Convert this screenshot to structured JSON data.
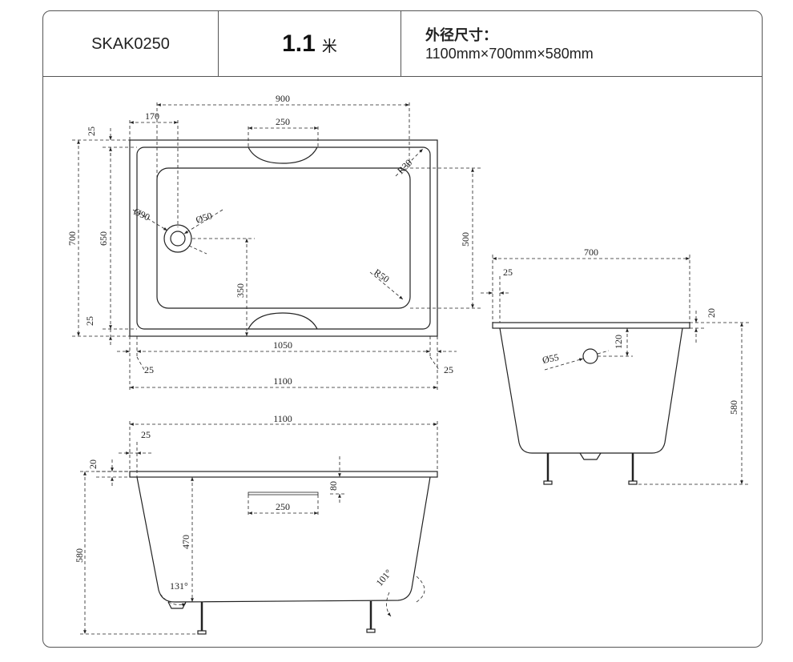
{
  "header": {
    "model": "SKAK0250",
    "length_value": "1.1",
    "length_unit": "米",
    "dims_label": "外径尺寸：",
    "dims_value": "1100mm×700mm×580mm"
  },
  "top_view": {
    "w900": "900",
    "w170": "170",
    "w250_top": "250",
    "r30": "R30",
    "h25_top": "25",
    "h700": "700",
    "h650": "650",
    "d90": "Ø90",
    "d50": "Ø50",
    "h500": "500",
    "h350": "350",
    "r50": "R50",
    "h25_bottom": "25",
    "w1050": "1050",
    "w25_left": "25",
    "w25_right": "25",
    "w1100": "1100"
  },
  "side_view": {
    "w1100": "1100",
    "w25": "25",
    "h20": "20",
    "h80": "80",
    "w250": "250",
    "h470": "470",
    "h580": "580",
    "angle131": "131°",
    "angle101": "101°"
  },
  "end_view": {
    "w700": "700",
    "w25": "25",
    "h20": "20",
    "h120": "120",
    "d55": "Ø55",
    "h580": "580"
  }
}
